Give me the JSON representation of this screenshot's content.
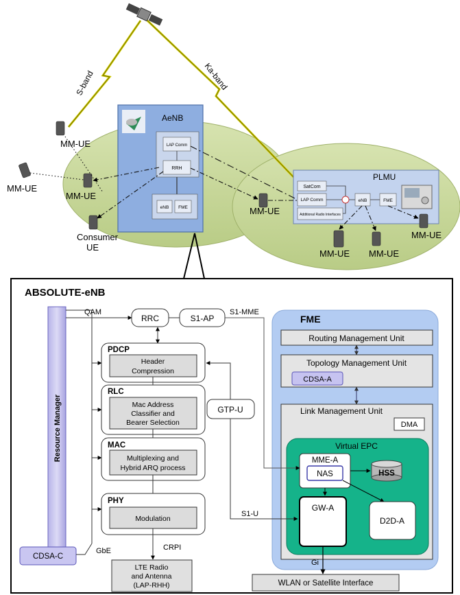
{
  "top": {
    "s_band": "S-band",
    "ka_band": "Ka-band",
    "aenb": "AeNB",
    "lap_comm": "LAP Comm",
    "rrh": "RRH",
    "enb": "eNB",
    "fme": "FME",
    "plmu": "PLMU",
    "satcom": "SatCom",
    "additional_radio": "Additional Radio Interfaces",
    "mm_ue": "MM-UE",
    "consumer_ue_1": "Consumer",
    "consumer_ue_2": "UE"
  },
  "bottom": {
    "title": "ABSOLUTE-eNB",
    "resource_manager": "Resource Manager",
    "cdsa_c": "CDSA-C",
    "qam": "QAM",
    "gbe": "GbE",
    "rrc": "RRC",
    "s1_ap": "S1-AP",
    "s1_mme": "S1-MME",
    "pdcp": "PDCP",
    "header_compression_1": "Header",
    "header_compression_2": "Compression",
    "rlc": "RLC",
    "mac_addr_1": "Mac Address",
    "mac_addr_2": "Classifier and",
    "mac_addr_3": "Bearer Selection",
    "mac": "MAC",
    "mux_1": "Multiplexing and",
    "mux_2": "Hybrid ARQ process",
    "phy": "PHY",
    "modulation": "Modulation",
    "crpi": "CRPI",
    "lte_1": "LTE Radio",
    "lte_2": "and Antenna",
    "lte_3": "(LAP-RHH)",
    "gtp_u": "GTP-U",
    "s1_u": "S1-U",
    "fme": "FME",
    "routing": "Routing Management Unit",
    "topology": "Topology Management Unit",
    "cdsa_a": "CDSA-A",
    "link": "Link Management Unit",
    "dma": "DMA",
    "virtual_epc": "Virtual EPC",
    "mme_a": "MME-A",
    "nas": "NAS",
    "hss": "HSS",
    "gw_a": "GW-A",
    "d2d_a": "D2D-A",
    "gi": "Gi",
    "wlan": "WLAN or Satellite Interface"
  }
}
